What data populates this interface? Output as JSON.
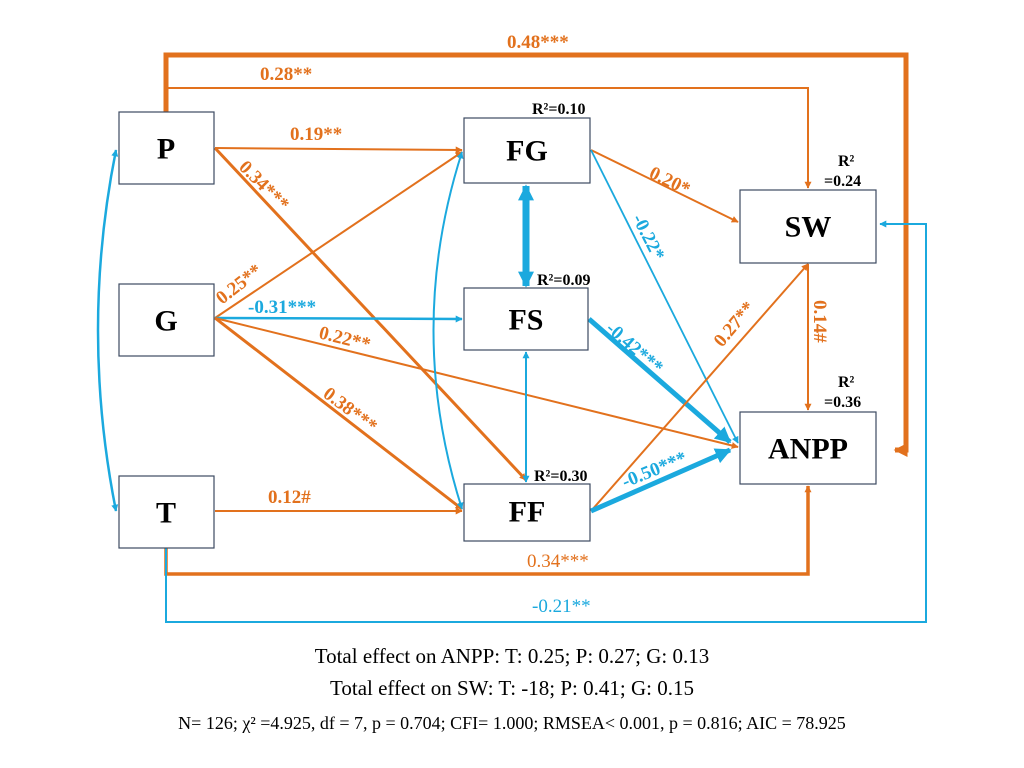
{
  "colors": {
    "positive": "#E2711D",
    "negative": "#1BA9DE",
    "box": "#3c4a62"
  },
  "nodes": {
    "P": "P",
    "G": "G",
    "T": "T",
    "FG": "FG",
    "FS": "FS",
    "FF": "FF",
    "SW": "SW",
    "ANPP": "ANPP"
  },
  "r_squared": {
    "FG": "R²=0.10",
    "FS": "R²=0.09",
    "FF": "R²=0.30",
    "SW_top": "R²",
    "SW_bottom": "=0.24",
    "ANPP_top": "R²",
    "ANPP_bottom": "=0.36"
  },
  "paths": [
    {
      "id": "P-ANPP",
      "label": "0.48***",
      "sign": "positive"
    },
    {
      "id": "P-SW",
      "label": "0.28**",
      "sign": "positive"
    },
    {
      "id": "P-FG",
      "label": "0.19**",
      "sign": "positive"
    },
    {
      "id": "P-FF",
      "label": "0.34***",
      "sign": "positive"
    },
    {
      "id": "G-FG",
      "label": "0.25**",
      "sign": "positive"
    },
    {
      "id": "G-FS",
      "label": "-0.31***",
      "sign": "negative"
    },
    {
      "id": "G-ANPP",
      "label": "0.22**",
      "sign": "positive"
    },
    {
      "id": "G-FF",
      "label": "0.38***",
      "sign": "positive"
    },
    {
      "id": "T-FF",
      "label": "0.12#",
      "sign": "positive"
    },
    {
      "id": "T-ANPP",
      "label": "0.34***",
      "sign": "positive"
    },
    {
      "id": "T-SW",
      "label": "-0.21**",
      "sign": "negative"
    },
    {
      "id": "FG-SW",
      "label": "0.20*",
      "sign": "positive"
    },
    {
      "id": "FG-ANPP",
      "label": "-0.22*",
      "sign": "negative"
    },
    {
      "id": "FS-ANPP",
      "label": "-0.42***",
      "sign": "negative"
    },
    {
      "id": "FF-SW",
      "label": "0.27**",
      "sign": "positive"
    },
    {
      "id": "FF-ANPP",
      "label": "-0.50***",
      "sign": "negative"
    },
    {
      "id": "SW-ANPP",
      "label": "0.14#",
      "sign": "positive"
    }
  ],
  "footer": {
    "total_anpp": "Total effect on ANPP: T: 0.25;  P: 0.27;  G: 0.13",
    "total_sw": "Total effect on SW: T: -18;  P: 0.41;  G: 0.15",
    "fit": "N= 126; χ² =4.925, df = 7, p = 0.704; CFI= 1.000; RMSEA< 0.001, p = 0.816; AIC = 78.925"
  }
}
